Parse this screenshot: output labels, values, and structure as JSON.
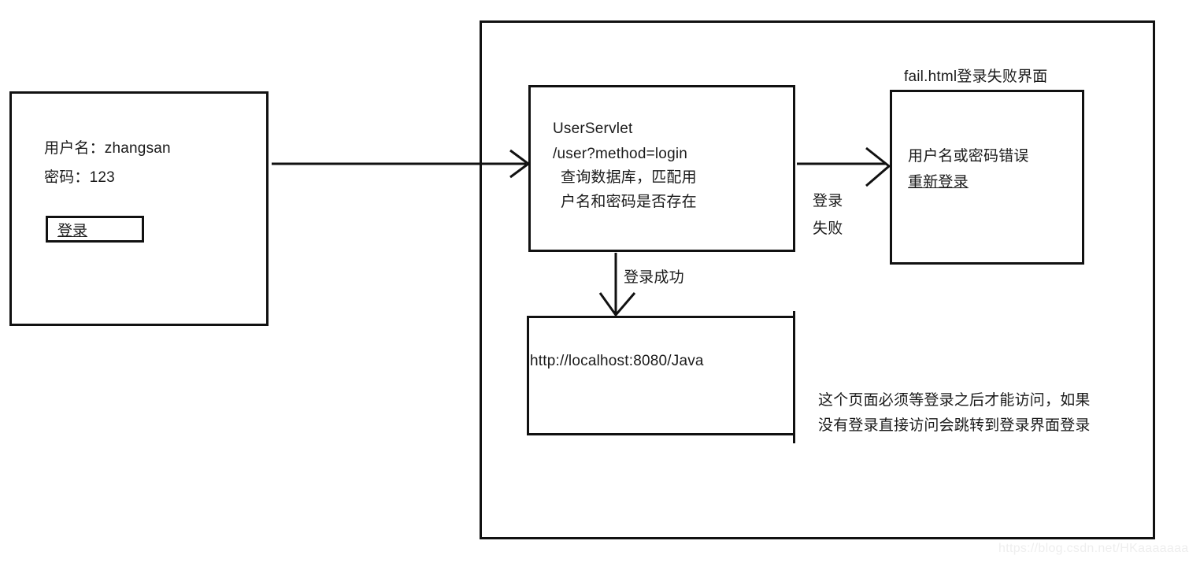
{
  "diagram": {
    "title_hidden": "",
    "login_page": {
      "username_line": "用户名：zhangsan",
      "password_line": "密码：123",
      "login_button": "登录"
    },
    "servlet_box": {
      "line1": "UserServlet",
      "line2": "/user?method=login",
      "line3": "查询数据库，匹配用",
      "line4": "户名和密码是否存在"
    },
    "fail_page": {
      "caption": "fail.html登录失败界面",
      "message": "用户名或密码错误",
      "relogin_link": "重新登录"
    },
    "success_page": {
      "url": "http://localhost:8080/Java",
      "note_line1": "这个页面必须等登录之后才能访问，如果",
      "note_line2": "没有登录直接访问会跳转到登录界面登录"
    },
    "edge_labels": {
      "fail_line1": "登录",
      "fail_line2": "失败",
      "success": "登录成功"
    }
  },
  "watermark": "https://blog.csdn.net/HKaaaaaaa",
  "colors": {
    "stroke": "#111111",
    "text": "#1a1a1a",
    "background": "#ffffff",
    "watermark": "#eeeeee"
  }
}
